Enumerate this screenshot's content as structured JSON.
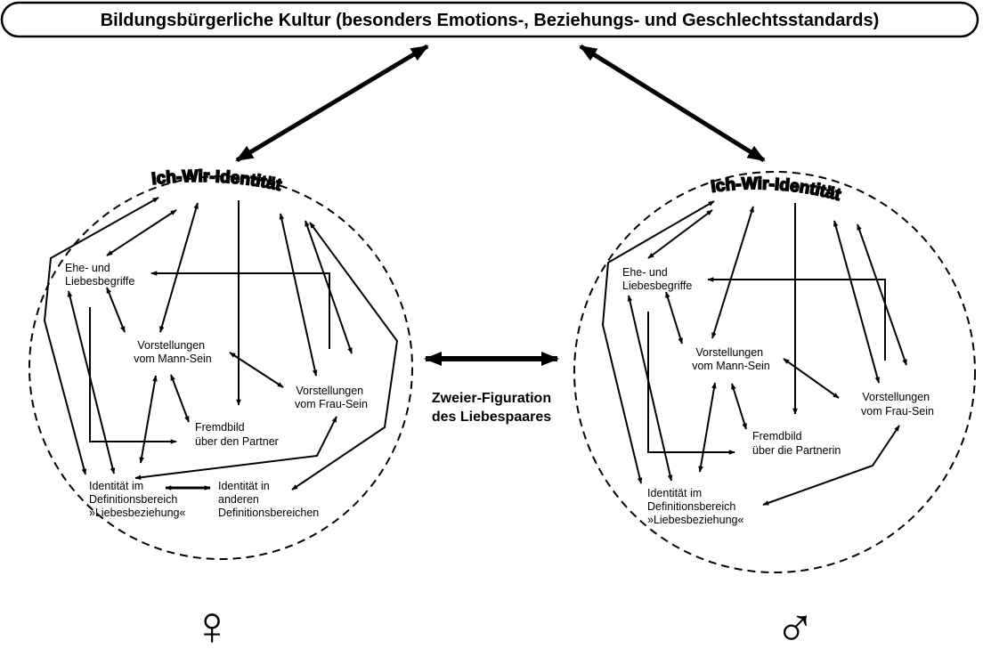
{
  "header": {
    "title": "Bildungsbürgerliche Kultur (besonders Emotions-, Beziehungs- und Geschlechtsstandards)"
  },
  "center": {
    "label_line1": "Zweier-Figuration",
    "label_line2": "des Liebespaares"
  },
  "left": {
    "arc_title": "Ich-Wir-Identität",
    "symbol": "♀",
    "nodes": {
      "ehe": [
        "Ehe- und",
        "Liebesbegriffe"
      ],
      "mann": [
        "Vorstellungen",
        "vom Mann-Sein"
      ],
      "frau": [
        "Vorstellungen",
        "vom Frau-Sein"
      ],
      "fremd": [
        "Fremdbild",
        "über den Partner"
      ],
      "ident": [
        "Identität im",
        "Definitionsbereich",
        "»Liebesbeziehung«"
      ],
      "andere": [
        "Identität in",
        "anderen",
        "Definitionsbereichen"
      ]
    }
  },
  "right": {
    "arc_title": "Ich-Wir-Identität",
    "symbol": "♂",
    "nodes": {
      "ehe": [
        "Ehe- und",
        "Liebesbegriffe"
      ],
      "mann": [
        "Vorstellungen",
        "vom Mann-Sein"
      ],
      "frau": [
        "Vorstellungen",
        "vom Frau-Sein"
      ],
      "fremd": [
        "Fremdbild",
        "über die Partnerin"
      ],
      "ident": [
        "Identität im",
        "Definitionsbereich",
        "»Liebesbeziehung«"
      ]
    }
  }
}
